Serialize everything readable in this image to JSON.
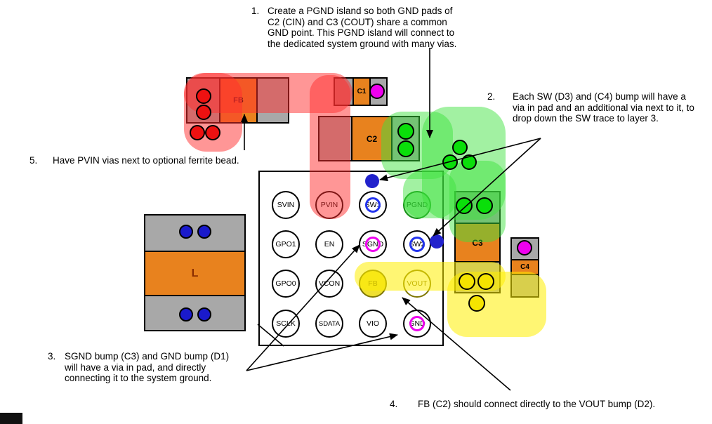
{
  "notes": [
    {
      "num": "1.",
      "lines": [
        "Create a PGND island so both GND pads of",
        "C2 (CIN) and C3 (COUT) share a common",
        "GND point. This PGND island will connect to",
        "the dedicated system ground with many vias."
      ]
    },
    {
      "num": "2.",
      "lines": [
        "Each SW (D3) and (C4) bump will have a",
        "via in pad and an additional via next to it, to",
        "drop down the SW trace to layer 3."
      ]
    },
    {
      "num": "3.",
      "lines": [
        "SGND bump (C3) and GND bump (D1)",
        "will have a via in pad, and directly",
        "connecting it to the system ground."
      ]
    },
    {
      "num": "4.",
      "lines": [
        "FB (C2) should connect directly to the VOUT bump (D2)."
      ]
    },
    {
      "num": "5.",
      "lines": [
        "Have PVIN vias next to optional ferrite bead."
      ]
    }
  ],
  "chip": {
    "bumps": [
      {
        "label": "SVIN"
      },
      {
        "label": "PVIN",
        "highlight": "red-trace"
      },
      {
        "label": "SW1",
        "via_ring": "blue",
        "extra_via": "blue dot above"
      },
      {
        "label": "PGND",
        "fill": "green"
      },
      {
        "label": "GPO1"
      },
      {
        "label": "EN"
      },
      {
        "label": "SGND",
        "via_ring": "magenta"
      },
      {
        "label": "SW2",
        "via_ring": "blue",
        "extra_via": "blue dot right"
      },
      {
        "label": "GPO0"
      },
      {
        "label": "VCON"
      },
      {
        "label": "FB",
        "highlight": "yellow"
      },
      {
        "label": "VOUT",
        "highlight": "yellow"
      },
      {
        "label": "SCLK"
      },
      {
        "label": "SDATA"
      },
      {
        "label": "VIO"
      },
      {
        "label": "GND",
        "via_ring": "magenta"
      }
    ]
  },
  "components": {
    "ferrite_bead": {
      "label": "FB",
      "vias": "4 red"
    },
    "c1": {
      "label": "C1",
      "vias": "1 magenta"
    },
    "c2": {
      "label": "C2",
      "vias": "2 green"
    },
    "c3": {
      "label": "C3",
      "vias": "2 green, 3 yellow"
    },
    "c4": {
      "label": "C4",
      "vias": "1 magenta"
    },
    "inductor": {
      "label": "L",
      "vias": "4 blue"
    }
  },
  "colors": {
    "pad_orange": "#E8821E",
    "pad_gray": "#A8A8A8",
    "highlight_red": "rgba(255,45,45,0.50)",
    "highlight_green": "rgba(60,225,60,0.48)",
    "highlight_yellow": "rgba(255,238,0,0.55)",
    "via_red": "#EE1111",
    "via_green": "#0ADF0A",
    "via_blue": "#2222CC",
    "via_yellow": "#F5E400",
    "via_magenta": "#EE00EE",
    "pgnd_fill": "#8BE88B"
  }
}
